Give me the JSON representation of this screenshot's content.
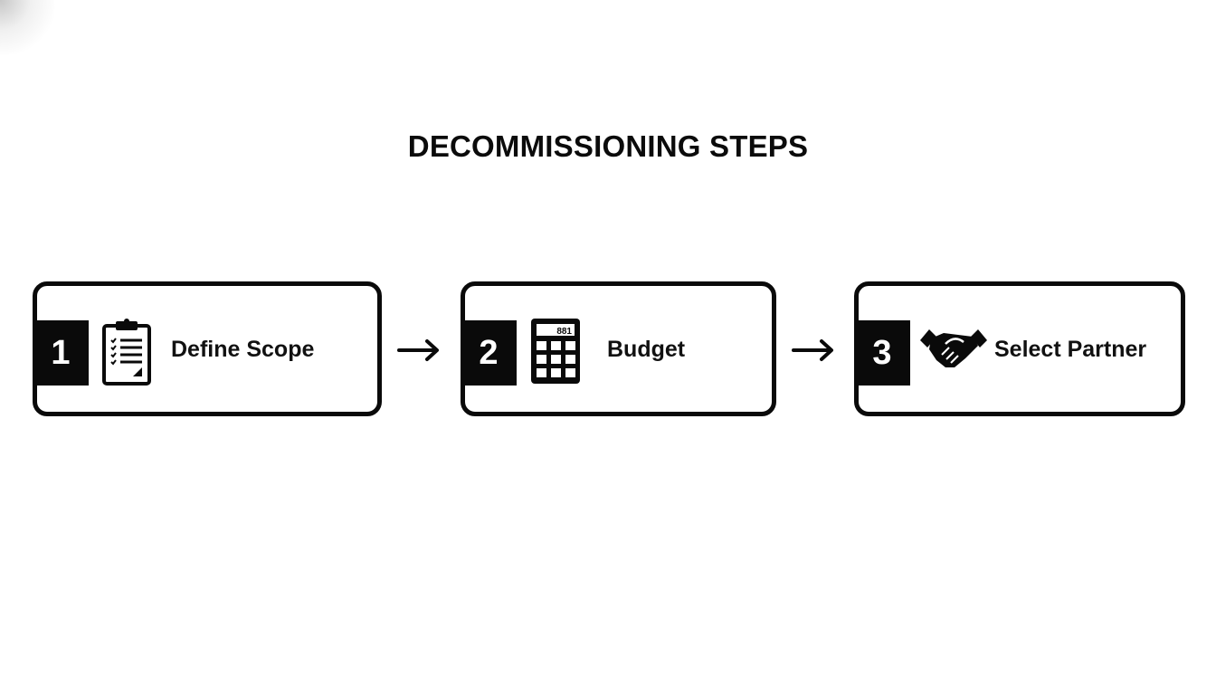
{
  "title": "DECOMMISSIONING STEPS",
  "steps": [
    {
      "number": "1",
      "label": "Define Scope",
      "icon": "clipboard-checklist-icon"
    },
    {
      "number": "2",
      "label": "Budget",
      "icon": "calculator-icon",
      "display_text": "881"
    },
    {
      "number": "3",
      "label": "Select Partner",
      "icon": "handshake-icon"
    }
  ],
  "connectors": [
    "arrow-right-icon",
    "arrow-right-icon"
  ],
  "colors": {
    "stroke": "#0a0a0a",
    "background": "#ffffff",
    "number_text": "#ffffff"
  }
}
